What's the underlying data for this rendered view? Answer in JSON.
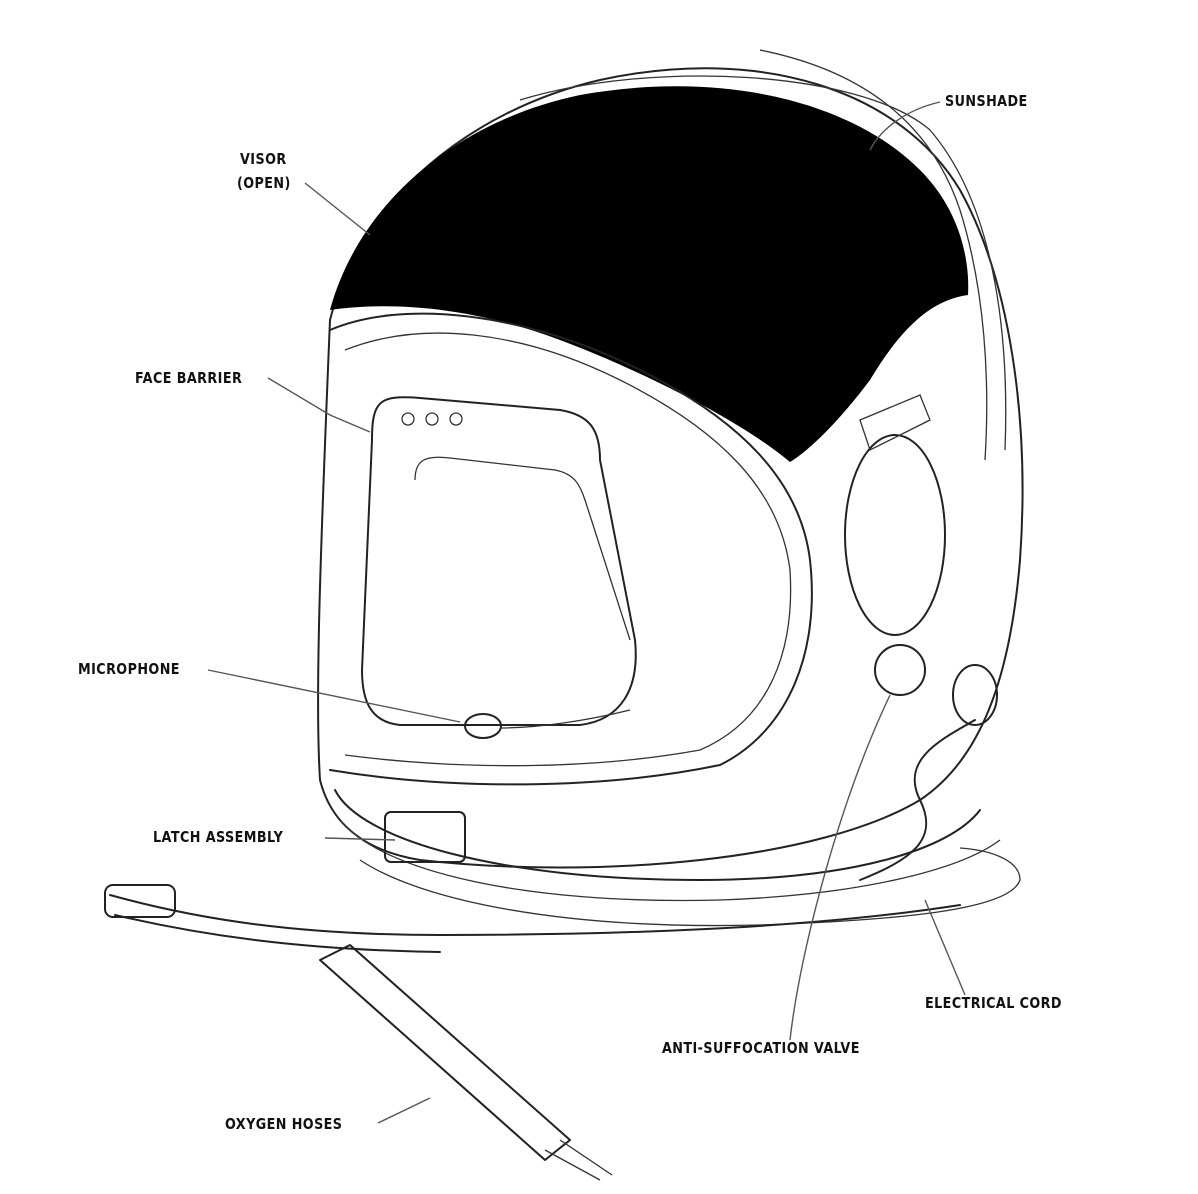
{
  "labels": {
    "sunshade": "SUNSHADE",
    "visor_line1": "VISOR",
    "visor_line2": "(OPEN)",
    "face_barrier": "FACE BARRIER",
    "microphone": "MICROPHONE",
    "latch_assembly": "LATCH ASSEMBLY",
    "electrical_cord": "ELECTRICAL CORD",
    "anti_suffocation_valve": "ANTI-SUFFOCATION VALVE",
    "oxygen_hoses": "OXYGEN HOSES"
  }
}
